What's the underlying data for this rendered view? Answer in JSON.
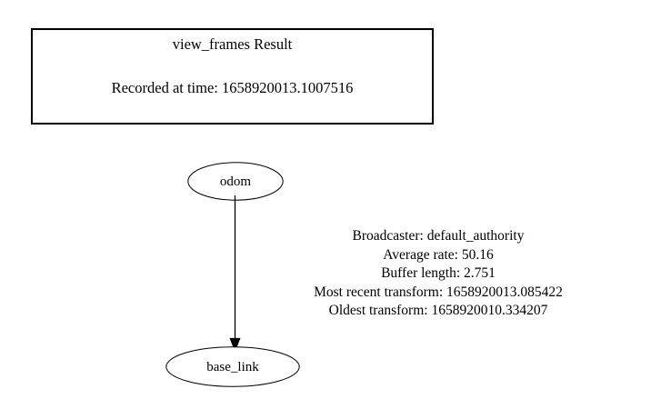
{
  "diagram": {
    "type": "graphviz-tf-tree",
    "background_color": "#ffffff",
    "stroke_color": "#000000",
    "text_color": "#000000",
    "header": {
      "title": "view_frames Result",
      "recorded_at": "Recorded at time: 1658920013.1007516"
    },
    "nodes": [
      {
        "id": "odom",
        "label": "odom",
        "shape": "ellipse"
      },
      {
        "id": "base_link",
        "label": "base_link",
        "shape": "ellipse"
      }
    ],
    "edges": [
      {
        "from": "odom",
        "to": "base_link",
        "arrowhead": "normal",
        "label_lines": [
          "Broadcaster: default_authority",
          "Average rate: 50.16",
          "Buffer length: 2.751",
          "Most recent transform: 1658920013.085422",
          "Oldest transform: 1658920010.334207"
        ],
        "details": {
          "broadcaster": "default_authority",
          "average_rate": "50.16",
          "buffer_length": "2.751",
          "most_recent_transform": "1658920013.085422",
          "oldest_transform": "1658920010.334207"
        }
      }
    ]
  }
}
